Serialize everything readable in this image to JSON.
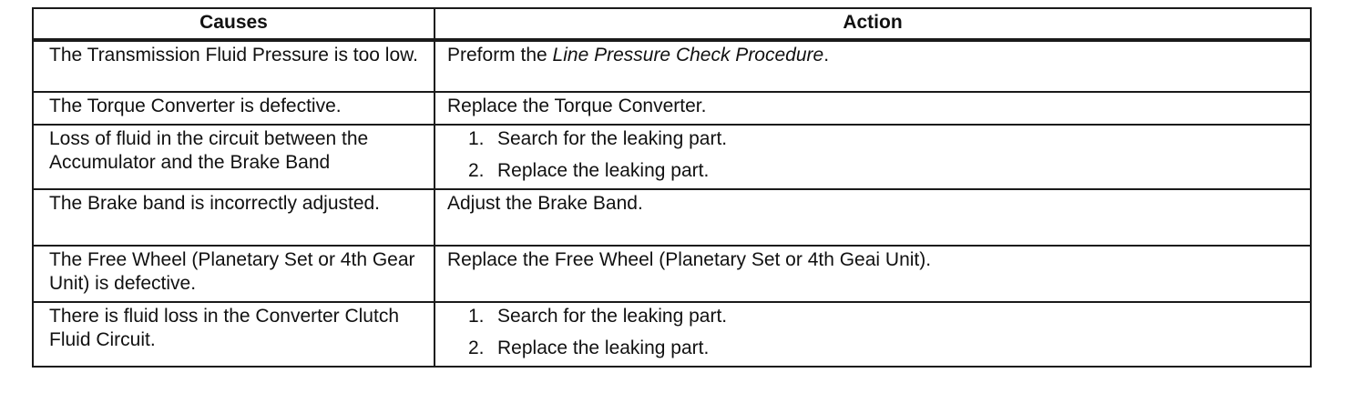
{
  "table": {
    "headers": {
      "causes": "Causes",
      "action": "Action"
    },
    "rows": [
      {
        "cause": "The Transmission Fluid Pressure is too low.",
        "action_prefix": "Preform the ",
        "action_emph": "Line Pressure Check Procedure",
        "action_suffix": "."
      },
      {
        "cause": "The Torque Converter is defective.",
        "action": "Replace the Torque Converter."
      },
      {
        "cause": "Loss of fluid in the circuit between the Accumulator and the Brake Band",
        "steps": [
          {
            "num": "1.",
            "text": "Search for the leaking part."
          },
          {
            "num": "2.",
            "text": "Replace the leaking part."
          }
        ]
      },
      {
        "cause": "The Brake band is incorrectly adjusted.",
        "action": "Adjust the Brake Band."
      },
      {
        "cause": "The Free Wheel (Planetary Set or 4th Gear Unit) is defective.",
        "action": "Replace the Free Wheel (Planetary Set or 4th Geai Unit)."
      },
      {
        "cause": "There is fluid loss in the Converter Clutch Fluid Circuit.",
        "steps": [
          {
            "num": "1.",
            "text": "Search for the leaking part."
          },
          {
            "num": "2.",
            "text": "Replace the leaking part."
          }
        ]
      }
    ]
  }
}
